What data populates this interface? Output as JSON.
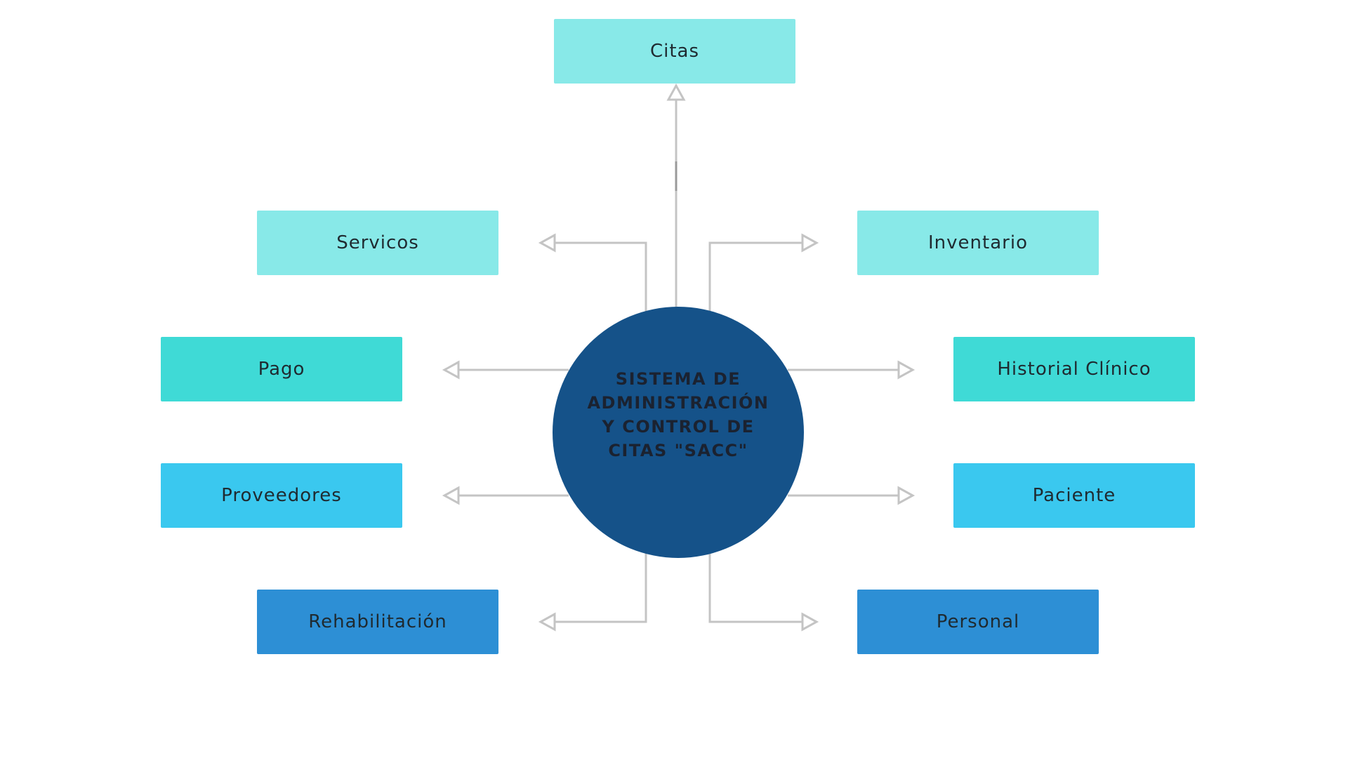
{
  "center": {
    "title": "SISTEMA DE ADMINISTRACIÓN Y CONTROL DE CITAS \"SACC\"",
    "color": "#155289"
  },
  "nodes": {
    "citas": {
      "label": "Citas",
      "color": "#88e9e8"
    },
    "servicos": {
      "label": "Servicos",
      "color": "#88e9e8"
    },
    "inventario": {
      "label": "Inventario",
      "color": "#88e9e8"
    },
    "pago": {
      "label": "Pago",
      "color": "#3fdad6"
    },
    "historial": {
      "label": "Historial Clínico",
      "color": "#3fdad6"
    },
    "proveedores": {
      "label": "Proveedores",
      "color": "#3ac8ef"
    },
    "paciente": {
      "label": "Paciente",
      "color": "#3ac8ef"
    },
    "rehabilitacion": {
      "label": "Rehabilitación",
      "color": "#2d8fd5"
    },
    "personal": {
      "label": "Personal",
      "color": "#2d8fd5"
    }
  },
  "connector_color": "#c4c4c4"
}
